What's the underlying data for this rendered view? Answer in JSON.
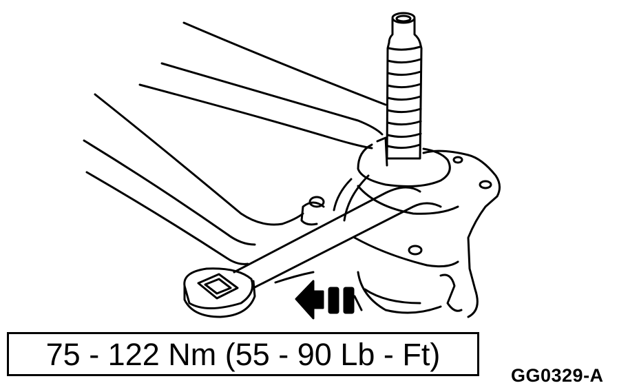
{
  "figure": {
    "torque_spec": "75 - 122 Nm (55 - 90 Lb - Ft)",
    "figure_id": "GG0329-A",
    "direction_indicator": "left-arrow-with-bars",
    "line_color": "#000000",
    "background_color": "#ffffff"
  }
}
